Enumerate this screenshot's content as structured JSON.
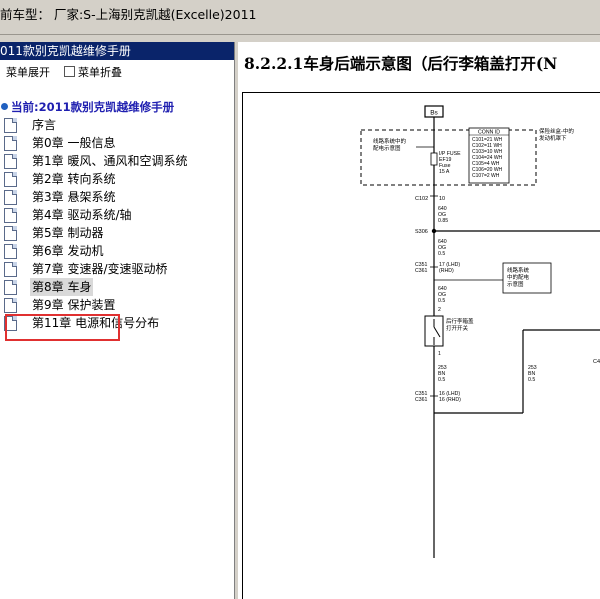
{
  "window": {
    "title": "前车型： 厂家:S-上海别克凯越(Excelle)2011"
  },
  "sidebar": {
    "header": "011款别克凯越维修手册",
    "toolbar": {
      "expand": "菜单展开",
      "collapse": "菜单折叠"
    },
    "current": "当前:2011款别克凯越维修手册",
    "items": [
      {
        "label": "序言"
      },
      {
        "label": "第0章 一般信息"
      },
      {
        "label": "第1章 暖风、通风和空调系统"
      },
      {
        "label": "第2章 转向系统"
      },
      {
        "label": "第3章 悬架系统"
      },
      {
        "label": "第4章 驱动系统/轴"
      },
      {
        "label": "第5章 制动器"
      },
      {
        "label": "第6章 发动机"
      },
      {
        "label": "第7章 变速器/变速驱动桥"
      },
      {
        "label": "第8章 车身",
        "selected": true
      },
      {
        "label": "第9章 保护装置"
      },
      {
        "label": "第11章 电源和信号分布"
      }
    ]
  },
  "main": {
    "title": "8.2.2.1车身后端示意图（后行李箱盖打开(N",
    "diagram": {
      "top_box": "Bs",
      "fuse_note": [
        "保险丝盒-中的",
        "发动机罩下"
      ],
      "wiring_ref": [
        "线路系统中的",
        "配电示意图"
      ],
      "fuse": [
        "I/P FUSE",
        "EF19",
        "Fuse",
        "15 A"
      ],
      "conn_table": [
        "CONN ID",
        "C101=21 WH",
        "C102=11 WH",
        "C103=10 WH",
        "C104=24 WH",
        "C105=4 WH",
        "C106=20 WH",
        "C107=2 WH"
      ],
      "c102": "C102",
      "pin10": "10",
      "wire1": [
        "640",
        "OG",
        "0.85"
      ],
      "s306": "S306",
      "wire2": [
        "640",
        "OG",
        "0.5"
      ],
      "c351": [
        "C351",
        "C361"
      ],
      "pin17": [
        "17 (LHD)",
        "(RHD)"
      ],
      "wiring_ref2": [
        "线路系统",
        "中的配电",
        "示意图"
      ],
      "wire3": [
        "640",
        "OG",
        "0.5"
      ],
      "pin2": "2",
      "switch_label": [
        "后行李箱盖",
        "打开开关"
      ],
      "pin1": "1",
      "wire4": [
        "253",
        "BN",
        "0.5"
      ],
      "wire5": [
        "253",
        "BN",
        "0.5"
      ],
      "c351b": [
        "C351",
        "C361"
      ],
      "pin16": [
        "16 (LHD)",
        "16 (RHD)"
      ],
      "c4": "C4"
    }
  },
  "colors": {
    "accent": "#0a246a",
    "highlight": "#e03030",
    "current": "#1f1fb0"
  }
}
